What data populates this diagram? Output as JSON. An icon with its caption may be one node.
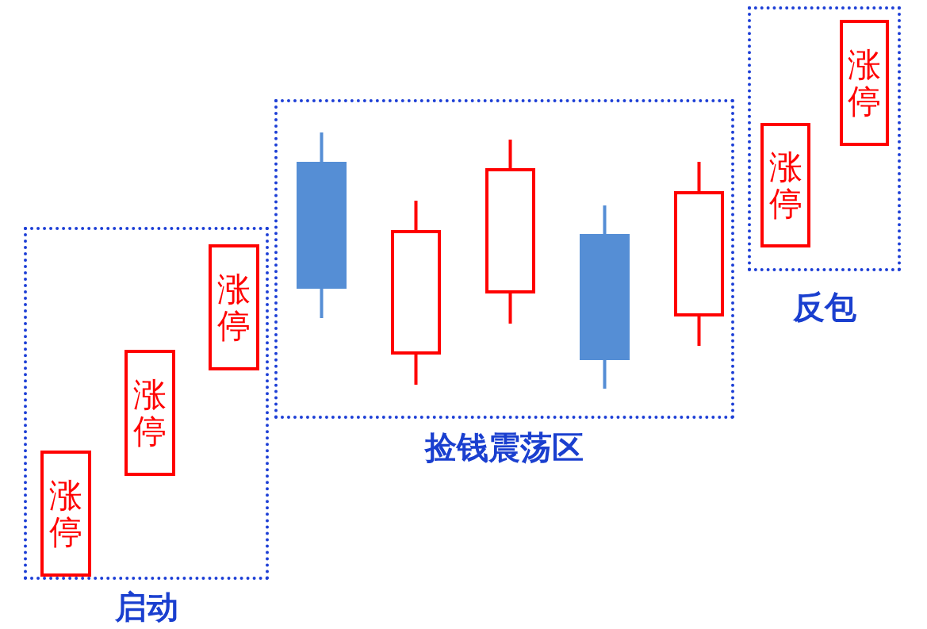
{
  "diagram": {
    "nodes": [
      {
        "text": [
          "启动"
        ]
      },
      {
        "text": [
          "涨停"
        ],
        "in": 0
      },
      {
        "text": [
          "涨停"
        ],
        "in": 0
      },
      {
        "text": [
          "涨停"
        ],
        "in": 0
      },
      {
        "text": [
          "捡钱震荡区"
        ]
      },
      {
        "text": [],
        "shape": "box",
        "in": 4
      },
      {
        "text": [],
        "shape": "box",
        "in": 4
      },
      {
        "text": [],
        "shape": "box",
        "in": 4
      },
      {
        "text": [],
        "shape": "box",
        "in": 4
      },
      {
        "text": [],
        "shape": "box",
        "in": 4
      },
      {
        "text": [
          "反包"
        ]
      },
      {
        "text": [
          "涨停"
        ],
        "in": 10
      },
      {
        "text": [
          "涨停"
        ],
        "in": 10
      }
    ]
  }
}
